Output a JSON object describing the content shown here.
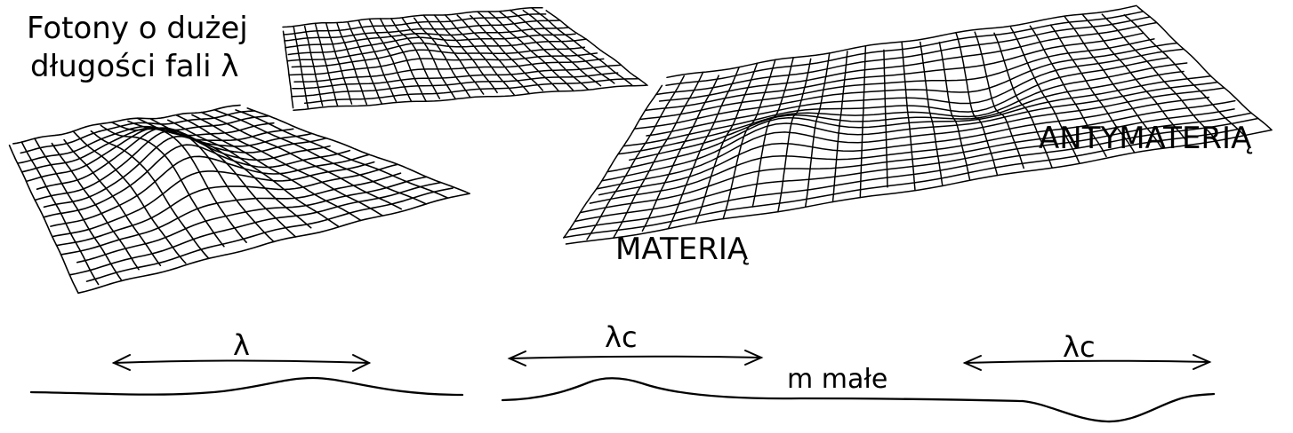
{
  "title": {
    "line1": "Fotony o dużej",
    "line2": "długości fali λ"
  },
  "labels": {
    "materia": "MATERIĄ",
    "antymateria": "ANTYMATERIĄ",
    "lambda": "λ",
    "lambda_c_left": "λc",
    "lambda_c_right": "λc",
    "m_male": "m małe"
  },
  "colors": {
    "ink": "#000000",
    "background": "#ffffff"
  }
}
